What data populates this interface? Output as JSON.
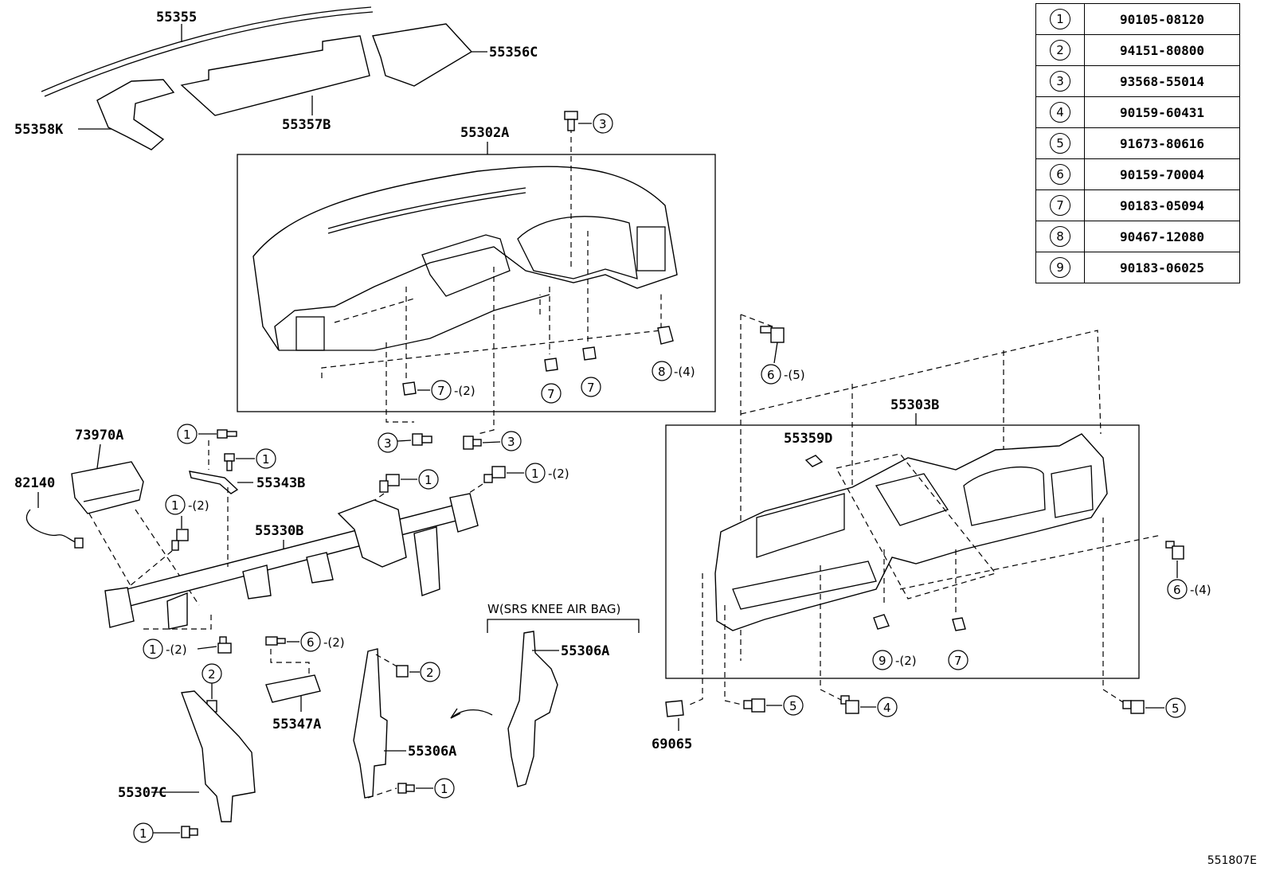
{
  "parts": {
    "p55355": "55355",
    "p55356C": "55356C",
    "p55358K": "55358K",
    "p55357B": "55357B",
    "p55302A": "55302A",
    "p73970A": "73970A",
    "p82140": "82140",
    "p55343B": "55343B",
    "p55330B": "55330B",
    "p55303B": "55303B",
    "p55359D": "55359D",
    "p55306A_upper": "55306A",
    "p55306A_lower": "55306A",
    "p55347A": "55347A",
    "p55307C": "55307C",
    "p69065": "69065"
  },
  "callouts": {
    "n1": "1",
    "n2": "2",
    "n3": "3",
    "n4": "4",
    "n5": "5",
    "n6": "6",
    "n7": "7",
    "n8": "8",
    "n9": "9",
    "q2": "-(2)",
    "q4": "-(4)",
    "q5": "-(5)"
  },
  "caption": "W(SRS KNEE AIR BAG)",
  "diagram_code": "551807E",
  "reference_table": [
    {
      "index": "1",
      "part": "90105-08120"
    },
    {
      "index": "2",
      "part": "94151-80800"
    },
    {
      "index": "3",
      "part": "93568-55014"
    },
    {
      "index": "4",
      "part": "90159-60431"
    },
    {
      "index": "5",
      "part": "91673-80616"
    },
    {
      "index": "6",
      "part": "90159-70004"
    },
    {
      "index": "7",
      "part": "90183-05094"
    },
    {
      "index": "8",
      "part": "90467-12080"
    },
    {
      "index": "9",
      "part": "90183-06025"
    }
  ]
}
